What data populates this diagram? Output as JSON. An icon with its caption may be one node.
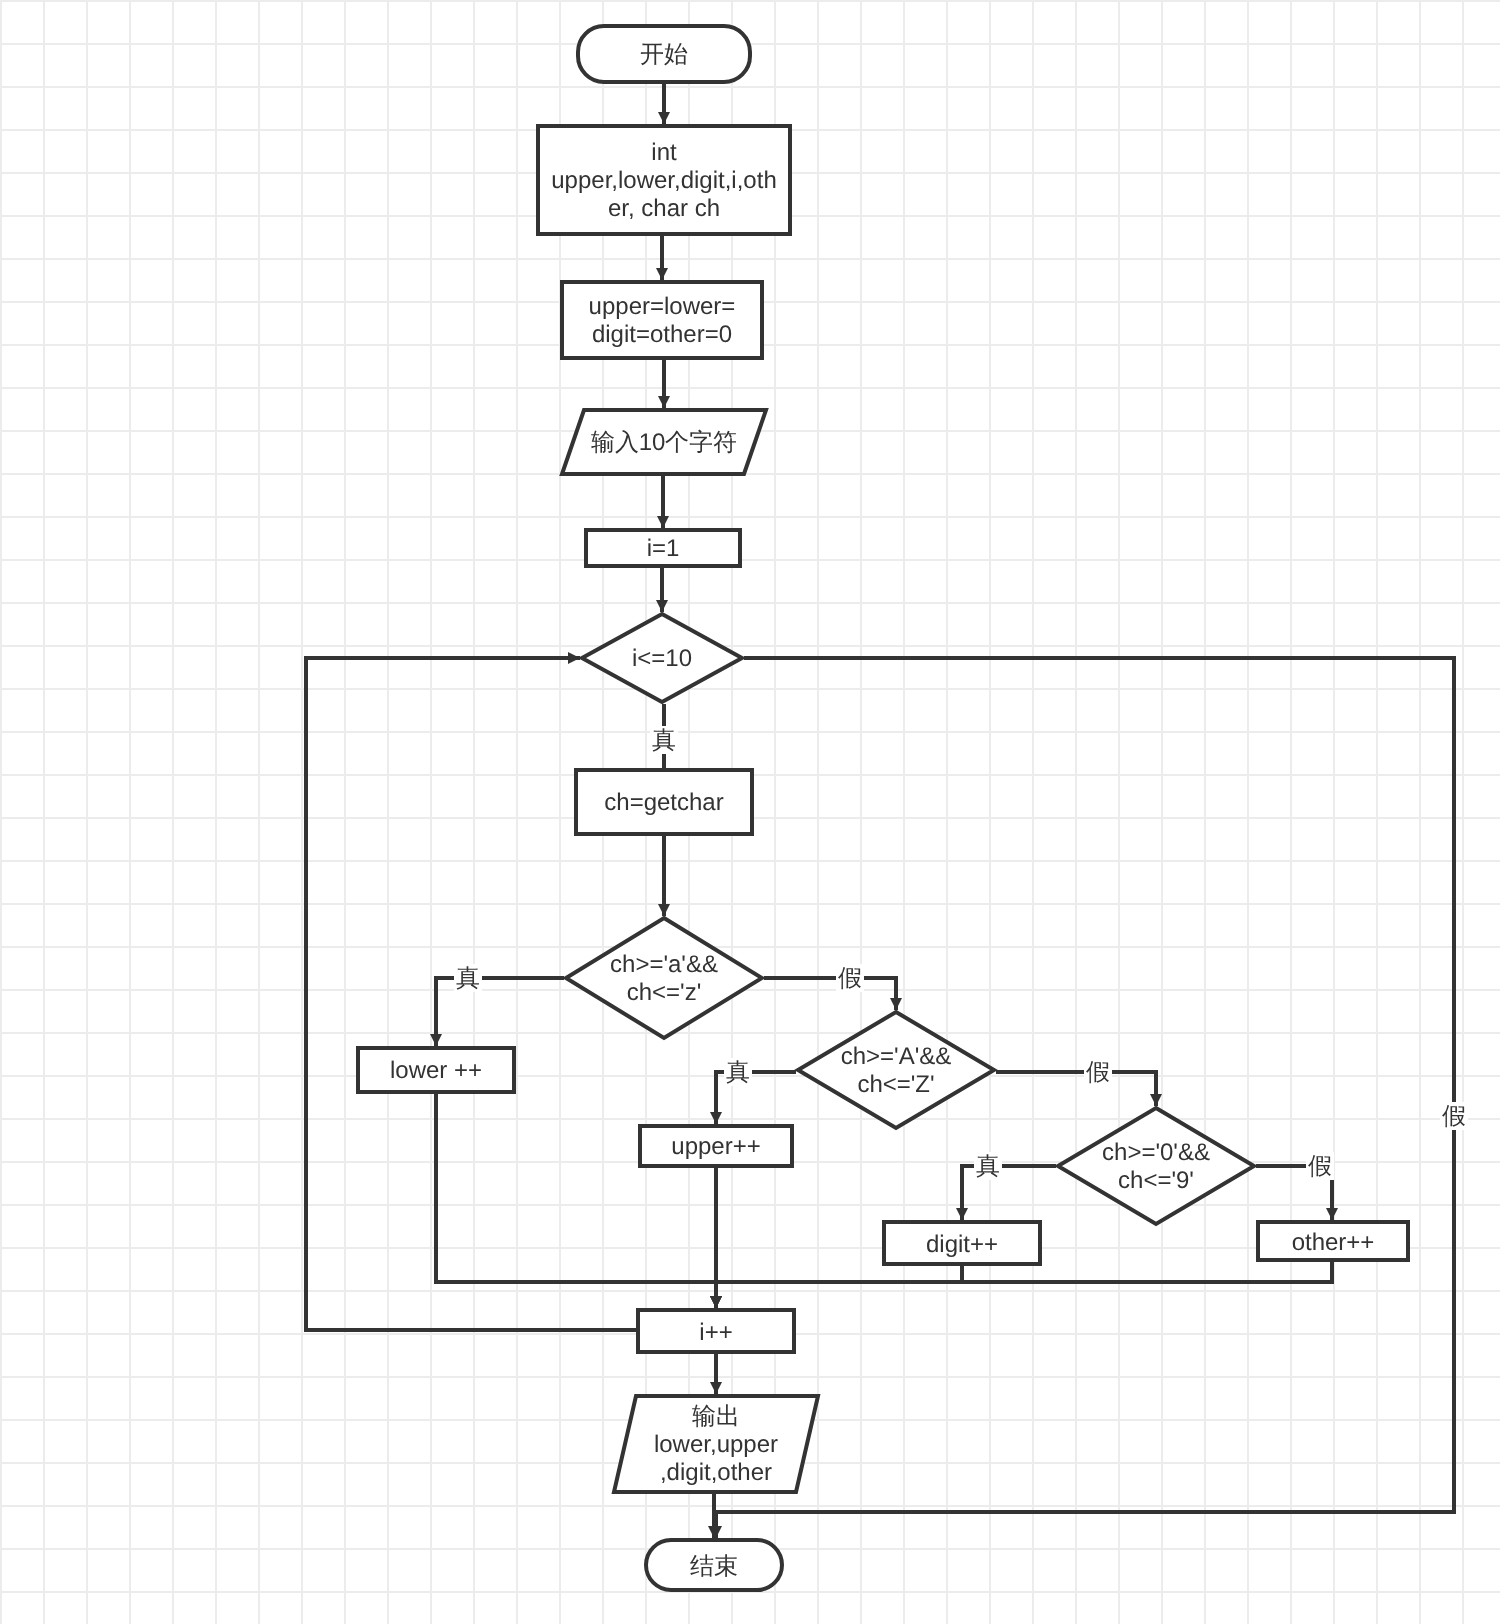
{
  "diagram": {
    "nodes": [
      {
        "text": [
          "开始"
        ]
      },
      {
        "text": [
          "int upper,lower,digit,i,other, char ch"
        ]
      },
      {
        "text": [
          "upper=lower= digit=other=0"
        ]
      },
      {
        "text": [
          "输入10个字符"
        ]
      },
      {
        "text": [
          "i=1"
        ]
      },
      {
        "text": [
          "i<=10"
        ]
      },
      {
        "text": [
          "ch=getchar"
        ]
      },
      {
        "text": [
          "ch>='a'&& ch<='z'"
        ]
      },
      {
        "text": [
          "lower ++"
        ]
      },
      {
        "text": [
          "ch>='A'&& ch<='Z'"
        ]
      },
      {
        "text": [
          "upper++"
        ]
      },
      {
        "text": [
          "ch>='0'&& ch<='9'"
        ]
      },
      {
        "text": [
          "digit++"
        ]
      },
      {
        "text": [
          "other++"
        ]
      },
      {
        "text": [
          "i++"
        ]
      },
      {
        "text": [
          "输出 lower,upper ,digit,other"
        ]
      },
      {
        "text": [
          "结束"
        ]
      }
    ],
    "edges": [
      {
        "from": 0,
        "to": 1,
        "arrow": "to"
      },
      {
        "from": 1,
        "to": 2,
        "arrow": "to"
      },
      {
        "from": 2,
        "to": 3,
        "arrow": "to"
      },
      {
        "from": 3,
        "to": 4,
        "arrow": "to"
      },
      {
        "from": 4,
        "to": 5,
        "arrow": "to"
      },
      {
        "from": 5,
        "to": 6,
        "arrow": "none",
        "label": "真"
      },
      {
        "from": 6,
        "to": 7,
        "arrow": "to"
      },
      {
        "from": 7,
        "to": 8,
        "arrow": "to",
        "label": "真"
      },
      {
        "from": 7,
        "to": 9,
        "arrow": "to",
        "label": "假"
      },
      {
        "from": 9,
        "to": 10,
        "arrow": "to",
        "label": "真"
      },
      {
        "from": 9,
        "to": 11,
        "arrow": "to",
        "label": "假"
      },
      {
        "from": 11,
        "to": 12,
        "arrow": "to",
        "label": "真"
      },
      {
        "from": 11,
        "to": 13,
        "arrow": "to",
        "label": "假"
      },
      {
        "from": 8,
        "to": 14,
        "arrow": "to"
      },
      {
        "from": 10,
        "to": 14,
        "arrow": "to"
      },
      {
        "from": 12,
        "to": 14,
        "arrow": "to"
      },
      {
        "from": 13,
        "to": 14,
        "arrow": "to"
      },
      {
        "from": 14,
        "to": 5,
        "arrow": "to"
      },
      {
        "from": 14,
        "to": 15,
        "arrow": "to"
      },
      {
        "from": 15,
        "to": 16,
        "arrow": "to"
      },
      {
        "from": 5,
        "to": 16,
        "arrow": "to",
        "label": "假"
      }
    ]
  }
}
